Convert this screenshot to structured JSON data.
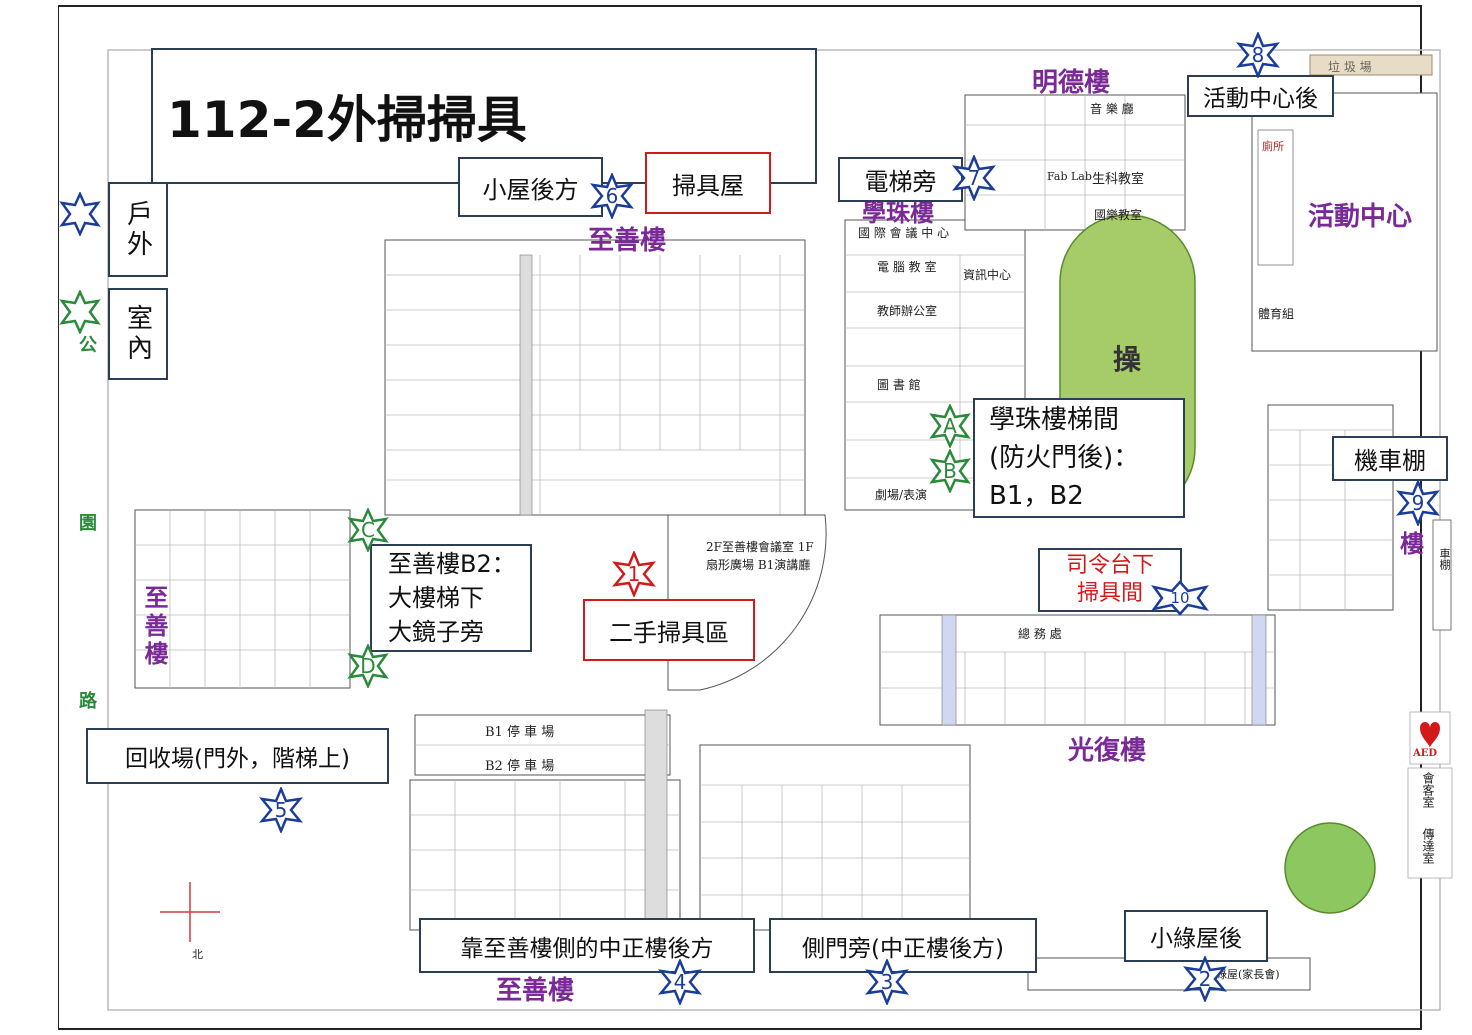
{
  "title": "112-2外掃掃具",
  "legend": {
    "outdoor_label": "戶外",
    "indoor_label": "室內",
    "outdoor_color": "#1a3d9a",
    "indoor_color": "#2a8a3a"
  },
  "callouts": {
    "back_of_hut": "小屋後方",
    "tool_house": "掃具屋",
    "beside_elevator": "電梯旁",
    "activity_center_back": "活動中心後",
    "xuezhu_stairs_line1": "學珠樓梯間",
    "xuezhu_stairs_line2": "(防火門後)：",
    "xuezhu_stairs_line3": "B1，B2",
    "motorcycle_shed": "機車棚",
    "podium_line1": "司令台下",
    "podium_line2": "掃具間",
    "zhishan_b2_line1": "至善樓B2：",
    "zhishan_b2_line2": "大樓梯下",
    "zhishan_b2_line3": "大鏡子旁",
    "second_hand": "二手掃具區",
    "recycling": "回收場(門外，階梯上)",
    "zhongzheng_back": "靠至善樓側的中正樓後方",
    "side_door": "側門旁(中正樓後方)",
    "small_green_house": "小綠屋後"
  },
  "markers": [
    {
      "id": "1",
      "color": "#d21a1a"
    },
    {
      "id": "2",
      "color": "#1a3d9a"
    },
    {
      "id": "3",
      "color": "#1a3d9a"
    },
    {
      "id": "4",
      "color": "#1a3d9a"
    },
    {
      "id": "5",
      "color": "#1a3d9a"
    },
    {
      "id": "6",
      "color": "#1a3d9a"
    },
    {
      "id": "7",
      "color": "#1a3d9a"
    },
    {
      "id": "8",
      "color": "#1a3d9a"
    },
    {
      "id": "9",
      "color": "#1a3d9a"
    },
    {
      "id": "10",
      "color": "#1a3d9a"
    },
    {
      "id": "A",
      "color": "#2a8a3a"
    },
    {
      "id": "B",
      "color": "#2a8a3a"
    },
    {
      "id": "C",
      "color": "#2a8a3a"
    },
    {
      "id": "D",
      "color": "#2a8a3a"
    }
  ],
  "buildings": {
    "mingde": "明德樓",
    "xuezhu": "學珠樓",
    "zhishan_top": "至善樓",
    "zhishan_left": "至善樓",
    "zhishan_bottom": "至善樓",
    "guangfu": "光復樓",
    "activity_center": "活動中心",
    "playground": "操",
    "park": "公園路",
    "building_suffix": "樓",
    "motor_shed_small": "車棚"
  },
  "map_labels": {
    "garbage": "垃 圾 場",
    "aed": "AED",
    "meeting_room": "會客室",
    "reception": "傳達室",
    "north": "北",
    "b1_parking": "B1 停 車 場",
    "b2_parking": "B2 停 車 場",
    "lounge_text": "2F至善樓會議室 1F扇形廣場 B1演講廳",
    "little_green_house": "小綠屋(家長會)",
    "performance": "劇場/表演",
    "computer_room": "電 腦 教 室",
    "it_center": "資訊中心",
    "teachers_office": "教師辦公室",
    "library": "圖 書 館",
    "intl_center": "國 際 會 議 中 心",
    "general_affairs": "總 務 處",
    "pe_group": "體育組",
    "toilets": "廁所",
    "fab_lab": "Fab Lab",
    "music_hall": "音 樂 廳",
    "biology": "生科教室",
    "national_music": "國樂教室"
  }
}
